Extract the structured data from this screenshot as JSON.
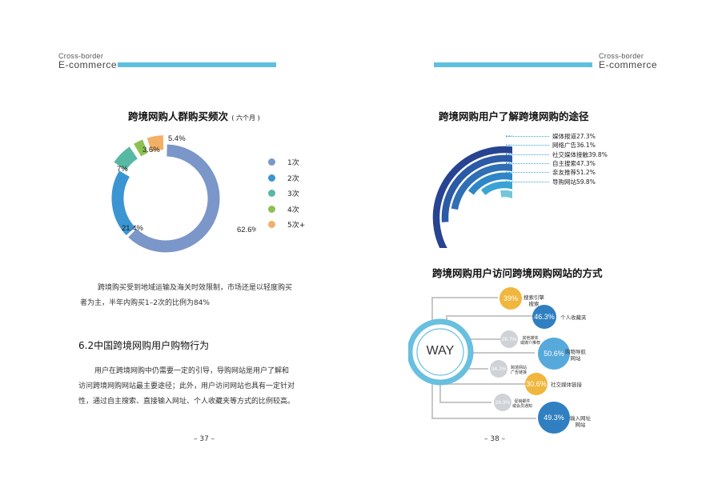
{
  "header": {
    "left": {
      "line1": "Cross-border",
      "line2": "E-commerce"
    },
    "right": {
      "line1": "Cross-border",
      "line2": "E-commerce"
    }
  },
  "left_page": {
    "chart_title": "跨境网购人群购买频次",
    "chart_title_sub": "( 六个月 )",
    "paragraph1_line1": "跨境购买受到地域运输及海关时效限制，市场还是以轻度购买",
    "paragraph1_line2": "者为主，半年内购买1–2次的比例为84%",
    "section_heading": "6.2中国跨境网购用户购物行为",
    "paragraph2_line1": "用户在跨境网购中仍需要一定的引导，导购网站是用户了解和",
    "paragraph2_line2": "访问跨境网购网站最主要途径；此外，用户访问网站也具有一定针对",
    "paragraph2_line3": "性，通过自主搜索、直接输入网址、个人收藏夹等方式的比例较高。",
    "page_number": "– 37 –"
  },
  "right_page": {
    "chart1_title": "跨境网购用户了解跨境网购的途径",
    "chart2_title": "跨境网购用户访问跨境网购网站的方式",
    "way_label": "WAY",
    "page_number": "– 38 –"
  },
  "chart_data": [
    {
      "type": "pie",
      "title": "跨境网购人群购买频次 ( 六个月 )",
      "categories": [
        "1次",
        "2次",
        "3次",
        "4次",
        "5次+"
      ],
      "values": [
        62.6,
        21.4,
        7,
        3.6,
        5.4
      ],
      "labels": [
        "62.6%",
        "21.4%",
        "7%",
        "3.6%",
        "5.4%"
      ],
      "colors": [
        "#7b96c8",
        "#3b95d3",
        "#57b9a4",
        "#8cc152",
        "#f2b067"
      ],
      "legend_position": "right"
    },
    {
      "type": "bar",
      "title": "跨境网购用户了解跨境网购的途径",
      "categories": [
        "媒体报道",
        "网络广告",
        "社交媒体接触",
        "自主搜索",
        "亲友推荐",
        "导购网站"
      ],
      "values": [
        27.3,
        36.1,
        39.8,
        47.3,
        51.2,
        59.8
      ],
      "labels": [
        "媒体报道27.3%",
        "网络广告36.1%",
        "社交媒体接触39.8%",
        "自主搜索47.3%",
        "亲友推荐51.2%",
        "导购网站59.8%"
      ],
      "colors": [
        "#74c7d9",
        "#3ba3d4",
        "#2e86c7",
        "#2f6fb5",
        "#2b5aa6",
        "#274391"
      ]
    },
    {
      "type": "scatter",
      "title": "跨境网购用户访问跨境网购网站的方式",
      "items": [
        {
          "label": "39%",
          "name1": "搜索引擎",
          "name2": "搜索",
          "value": 39,
          "color": "#f0b63e"
        },
        {
          "label": "46.3%",
          "name1": "个人收藏夹",
          "name2": "",
          "value": 46.3,
          "color": "#2f7fc1"
        },
        {
          "label": "26.7%",
          "name1": "其他媒体",
          "name2": "或媒介推荐",
          "value": 26.7,
          "color": "#cfd2d6"
        },
        {
          "label": "50.6%",
          "name1": "购物导航",
          "name2": "网站",
          "value": 50.6,
          "color": "#57a9dc"
        },
        {
          "label": "34.2%",
          "name1": "跨境网站",
          "name2": "广告链接",
          "value": 34.2,
          "color": "#cfd2d6"
        },
        {
          "label": "30.6%",
          "name1": "社交媒体链接",
          "name2": "",
          "value": 30.6,
          "color": "#f0b63e"
        },
        {
          "label": "28.9%",
          "name1": "促销邮件",
          "name2": "或会员通知",
          "value": 28.9,
          "color": "#cfd2d6"
        },
        {
          "label": "49.3%",
          "name1": "输入网址",
          "name2": "网站",
          "value": 49.3,
          "color": "#2f7fc1"
        }
      ]
    }
  ]
}
